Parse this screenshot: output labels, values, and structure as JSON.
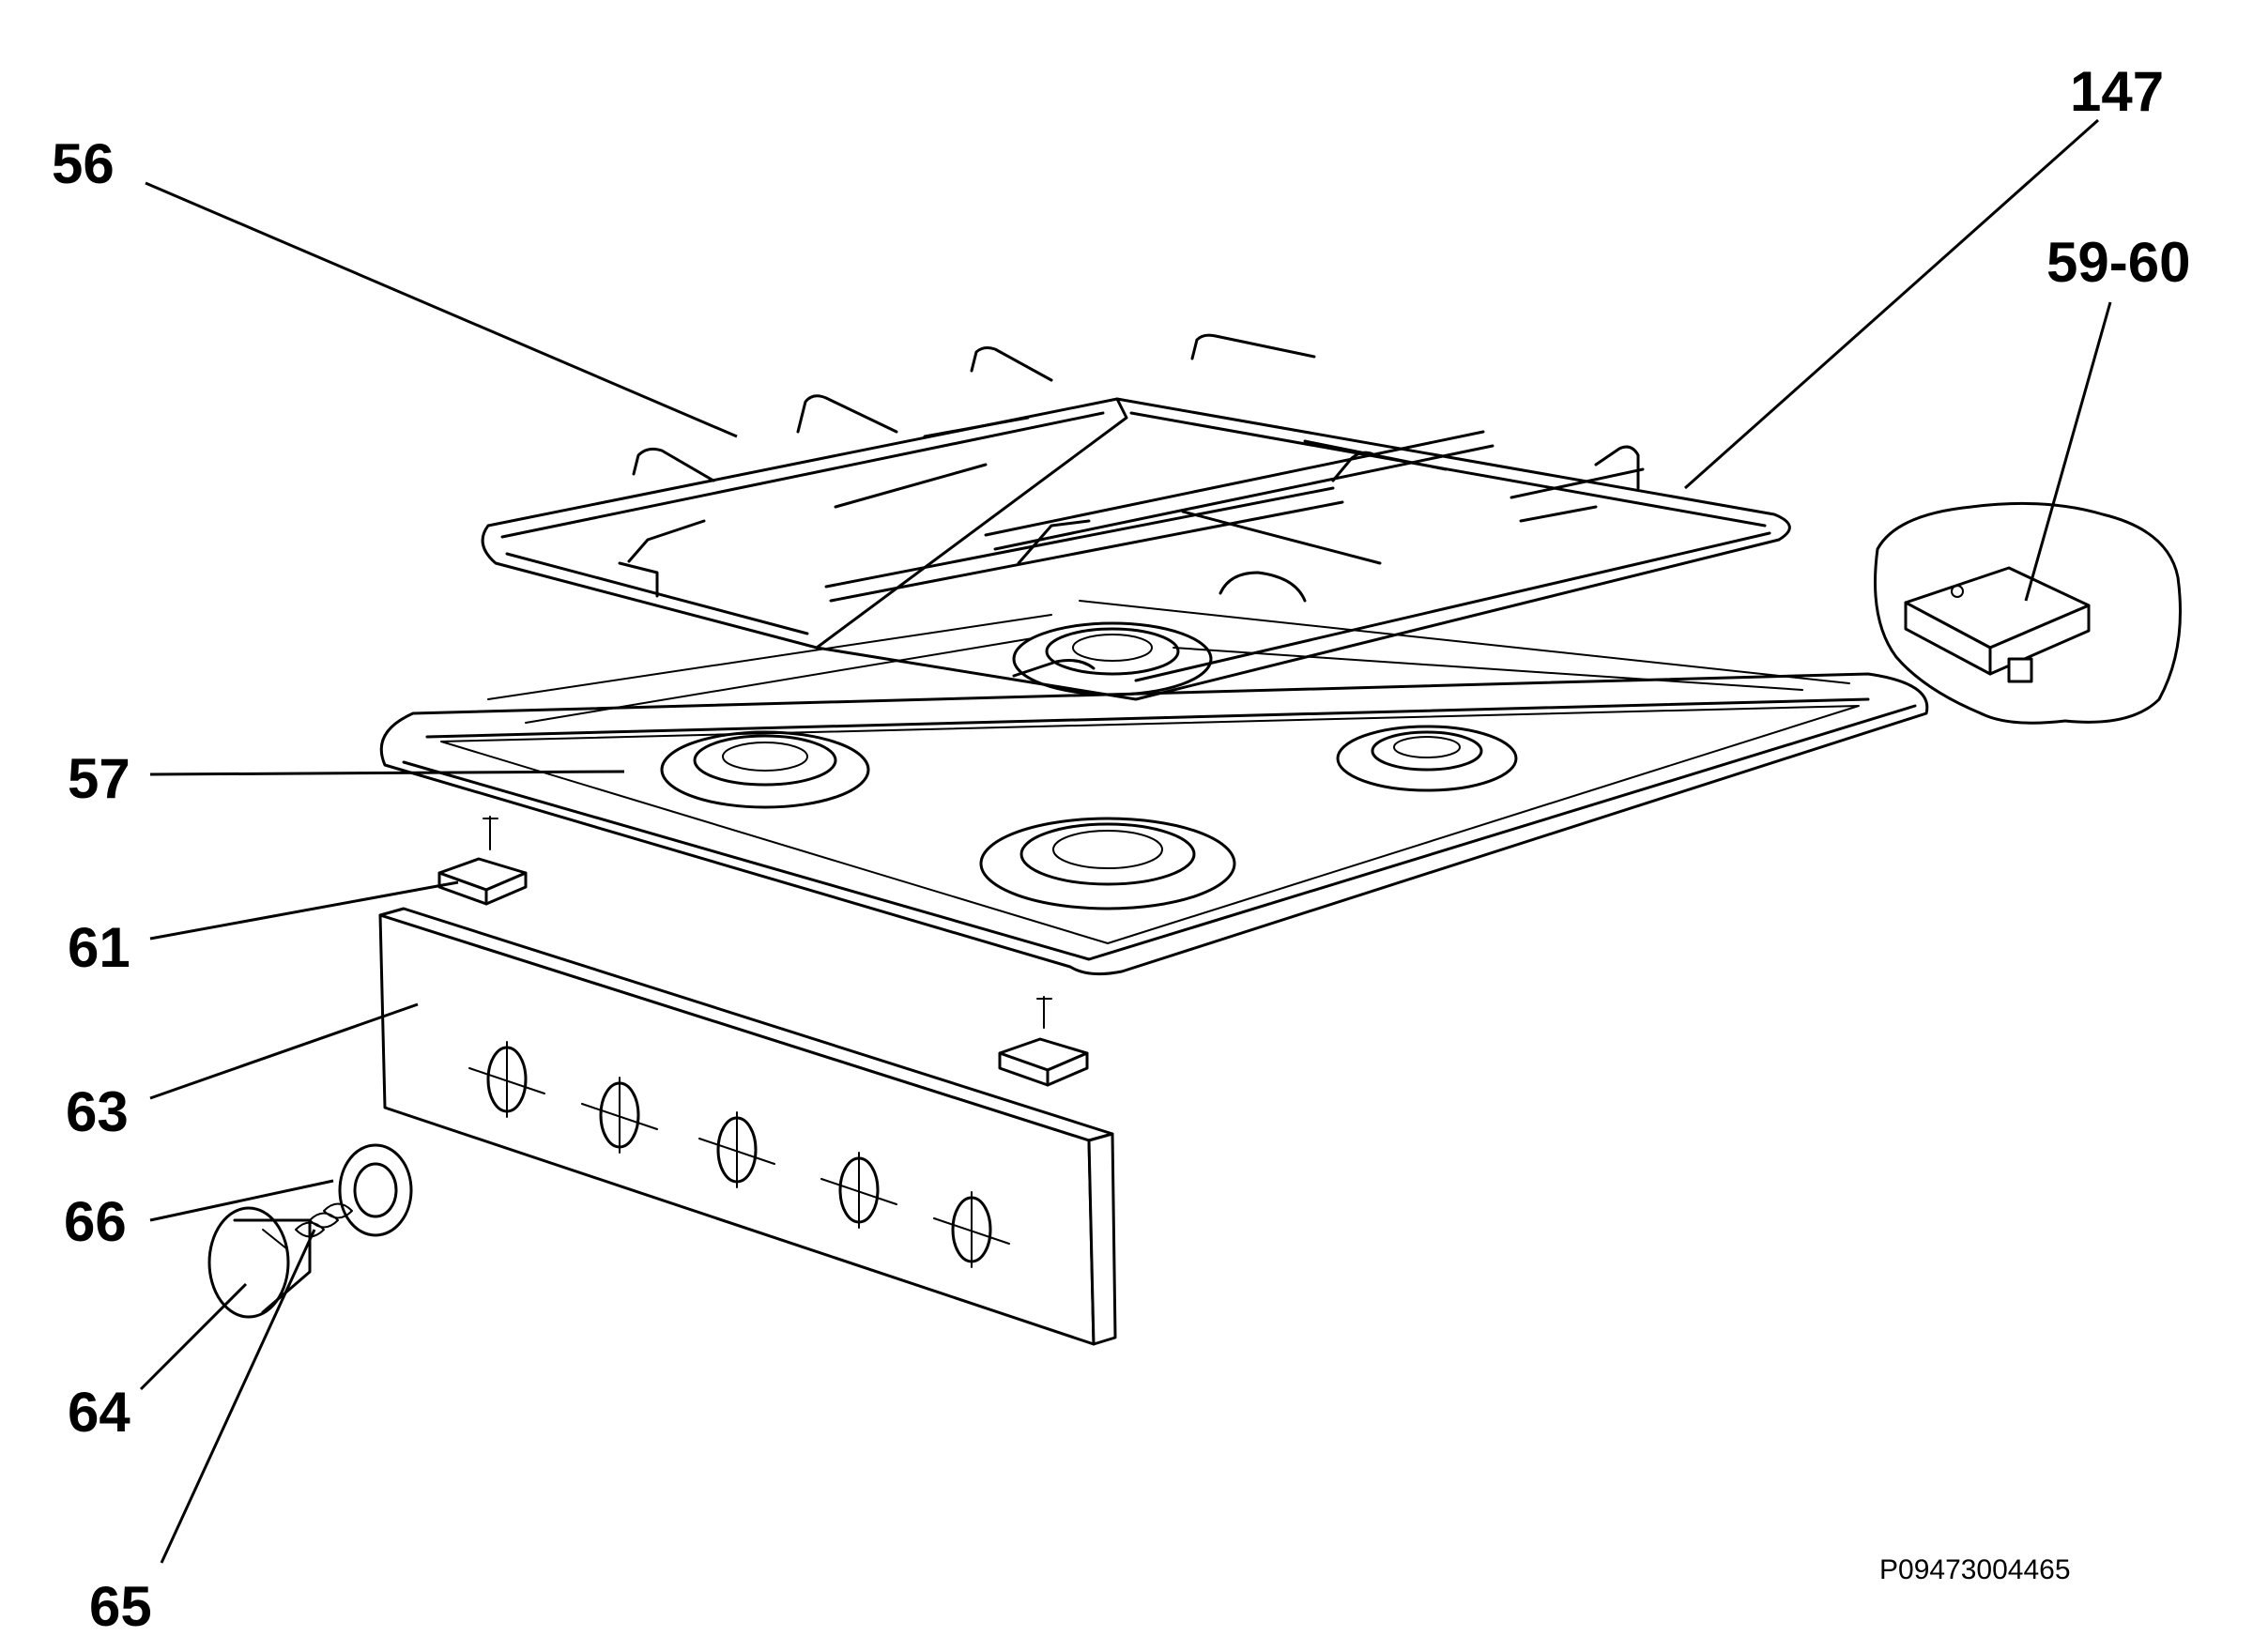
{
  "callouts": {
    "p56": "56",
    "p147": "147",
    "p59_60": "59-60",
    "p57": "57",
    "p61": "61",
    "p63": "63",
    "p66": "66",
    "p64": "64",
    "p65": "65"
  },
  "drawing_code": "P09473004465"
}
